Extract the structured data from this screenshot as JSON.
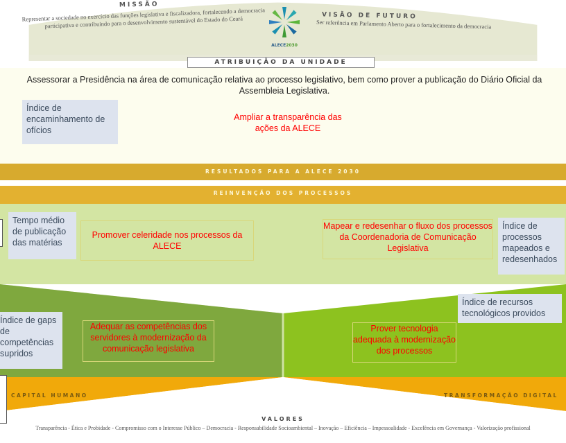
{
  "missao": {
    "title": "MISSÃO",
    "text": "Representar a sociedade no exercício das funções legislativa e fiscalizadora, fortalecendo a democracia participativa e contribuindo para o desenvolvimento sustentável do Estado do Ceará"
  },
  "visao": {
    "title": "VISÃO DE FUTURO",
    "text": "Ser referência em Parlamento Aberto para o fortalecimento da democracia"
  },
  "logo": {
    "name": "ALECE",
    "year": "2030"
  },
  "atribuicao": {
    "label": "ATRIBUIÇÃO DA UNIDADE",
    "text": "Assessorar a Presidência na área de comunicação relativa ao processo legislativo, bem como prover a publicação do Diário Oficial da Assembleia Legislativa."
  },
  "resultados": {
    "label": "RESULTADOS PARA A ALECE 2030",
    "indicator": "Índice de encaminhamento de ofícios",
    "objective": "Ampliar a transparência das ações da ALECE"
  },
  "processos": {
    "label": "REINVENÇÃO DOS PROCESSOS",
    "indicator_left": "Tempo médio de publicação das matérias",
    "objective_left": "Promover celeridade nos processos da ALECE",
    "objective_right": "Mapear e redesenhar o fluxo dos processos da Coordenadoria de Comunicação Legislativa",
    "indicator_right": "Índice de processos mapeados e redesenhados"
  },
  "capital_humano": {
    "label": "CAPITAL HUMANO",
    "indicator": "Índice de gaps de competências supridos",
    "objective": "Adequar as competências dos servidores à modernização da comunicação legislativa"
  },
  "transformacao_digital": {
    "label": "TRANSFORMAÇÃO DIGITAL",
    "indicator": "Índice de recursos tecnológicos providos",
    "objective": "Prover tecnologia adequada à modernização dos processos"
  },
  "valores": {
    "title": "VALORES",
    "text": "Transparência - Ética e Probidade - Compromisso com o Interesse Público – Democracia - Responsabilidade Socioambiental – Inovação – Eficiência – Impessoalidade - Excelência em Governança - Valorização profissional"
  },
  "colors": {
    "header_bg": "#e6e8d2",
    "atribuicao_bg": "#fdfdee",
    "resultados_band": "#d7aa2e",
    "processos_bg": "#d3e5a3",
    "capital_green": "#7fa83e",
    "transformacao_green": "#8dc21f",
    "orange_band": "#f1a90a",
    "objective_text": "#ff0000",
    "indicator_bg": "#dde3ee"
  }
}
